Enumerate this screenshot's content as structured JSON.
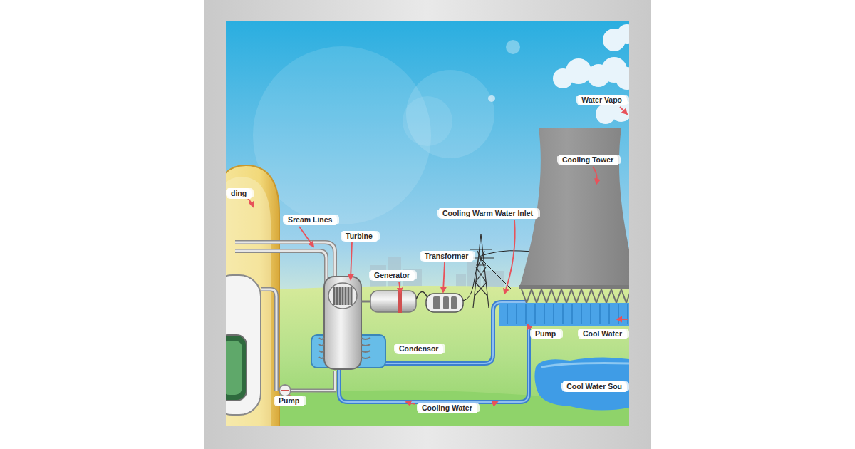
{
  "diagram": {
    "labels": [
      "Water Vapo",
      "Cooling Tower",
      "ding",
      "Sream Lines",
      "Cooling Warm Water Inlet",
      "Turbine",
      "Transformer",
      "Generator",
      "Pump",
      "Cool Water",
      "Condensor",
      "Cool Water Sou",
      "Pump",
      "Cooling Water"
    ]
  }
}
